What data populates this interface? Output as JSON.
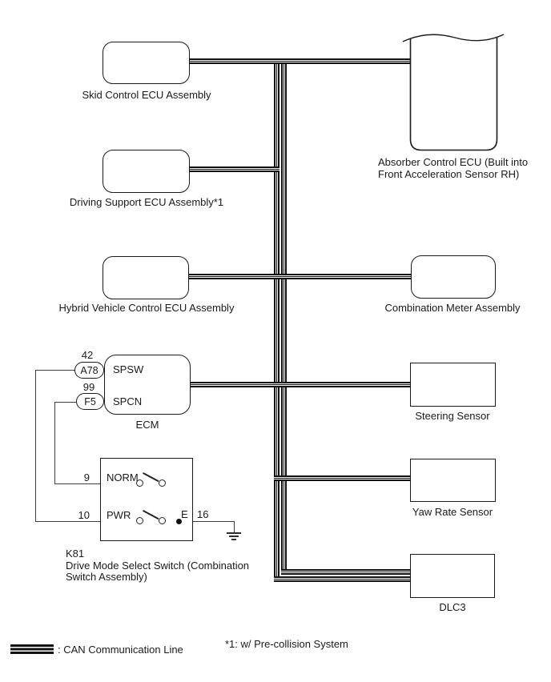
{
  "diagram": {
    "nodes": {
      "skid": {
        "label": "Skid Control ECU Assembly"
      },
      "driving": {
        "label": "Driving Support ECU Assembly*1"
      },
      "hybrid": {
        "label": "Hybrid Vehicle Control ECU Assembly"
      },
      "ecm": {
        "label": "ECM",
        "pin_spsw": "SPSW",
        "pin_spcn": "SPCN",
        "conn_a": "A78",
        "conn_a_pin": "42",
        "conn_b": "F5",
        "conn_b_pin": "99"
      },
      "absorber": {
        "label_line1": "Absorber Control ECU (Built into",
        "label_line2": "Front Acceleration Sensor RH)"
      },
      "meter": {
        "label": "Combination Meter Assembly"
      },
      "steering": {
        "label": "Steering Sensor"
      },
      "yaw": {
        "label": "Yaw Rate Sensor"
      },
      "dlc3": {
        "label": "DLC3"
      },
      "switch": {
        "code": "K81",
        "label_line1": "Drive Mode Select Switch (Combination",
        "label_line2": "Switch Assembly)",
        "pin_norm": "NORM",
        "pin_norm_no": "9",
        "pin_pwr": "PWR",
        "pin_pwr_no": "10",
        "pin_e": "E",
        "pin_e_no": "16"
      }
    },
    "legend": {
      "can_label": ": CAN Communication Line"
    },
    "note": "*1: w/ Pre-collision System",
    "colors": {
      "line": "#111111",
      "wire": "#3d3d3d",
      "background": "#ffffff"
    }
  }
}
